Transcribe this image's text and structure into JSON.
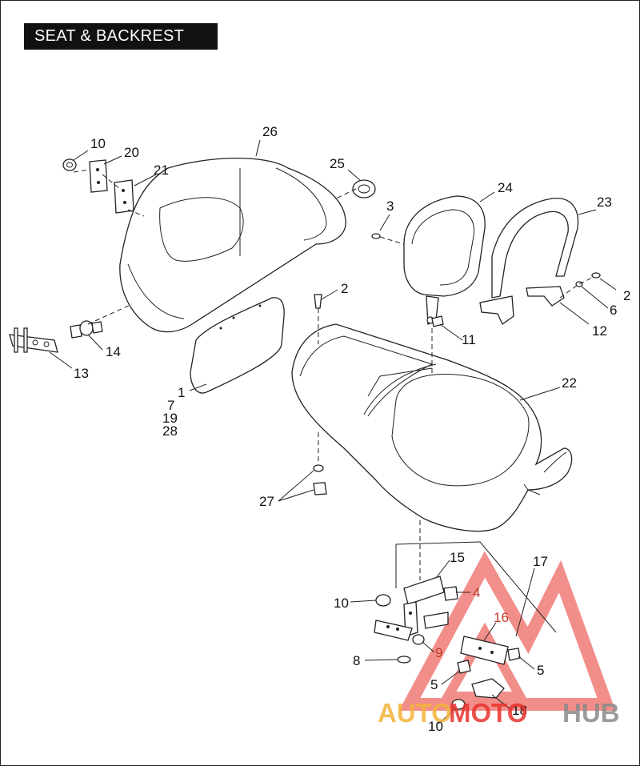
{
  "title": "SEAT & BACKREST",
  "callouts": {
    "c1": "1",
    "c7": "7",
    "c19": "19",
    "c28": "28",
    "c2a": "2",
    "c2b": "2",
    "c3": "3",
    "c4": "4",
    "c5a": "5",
    "c5b": "5",
    "c6": "6",
    "c8": "8",
    "c9": "9",
    "c10a": "10",
    "c10b": "10",
    "c10c": "10",
    "c11": "11",
    "c12": "12",
    "c13": "13",
    "c14": "14",
    "c15": "15",
    "c16": "16",
    "c17": "17",
    "c18": "18",
    "c20": "20",
    "c21": "21",
    "c22": "22",
    "c23": "23",
    "c24": "24",
    "c25": "25",
    "c26": "26",
    "c27": "27"
  },
  "watermark": {
    "part1": "AUTO",
    "part2": "MOTO",
    "part3": "HUB",
    "color_orange": "#f4b23a",
    "color_red": "#e8322c",
    "color_gray": "#8a8a8a"
  }
}
